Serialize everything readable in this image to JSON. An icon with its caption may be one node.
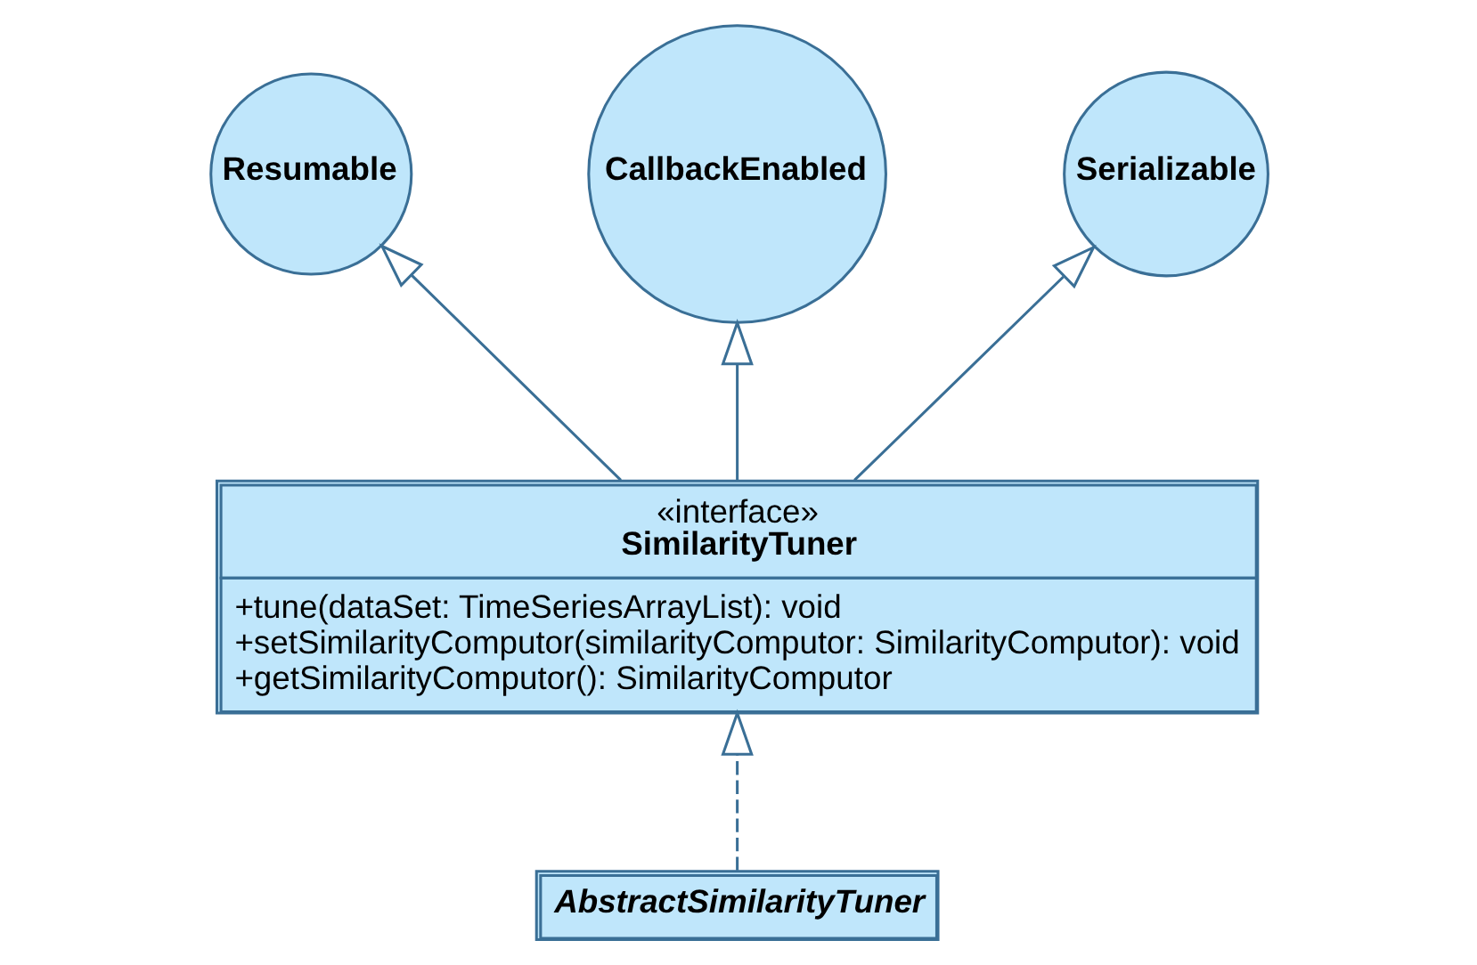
{
  "diagram": {
    "nodes": [
      {
        "text": [
          "Resumable"
        ]
      },
      {
        "text": [
          "CallbackEnabled"
        ]
      },
      {
        "text": [
          "Serializable"
        ]
      },
      {
        "text": [
          "«interface»",
          "SimilarityTuner",
          "+tune(dataSet: TimeSeriesArrayList): void",
          "+setSimilarityComputor(similarityComputor: SimilarityComputor): void",
          "+getSimilarityComputor(): SimilarityComputor"
        ]
      },
      {
        "text": [
          "AbstractSimilarityTuner"
        ]
      }
    ],
    "edges": [
      {
        "from": 3,
        "to": 0,
        "arrow": "to"
      },
      {
        "from": 3,
        "to": 1,
        "arrow": "to"
      },
      {
        "from": 3,
        "to": 2,
        "arrow": "to"
      },
      {
        "from": 4,
        "to": 3,
        "arrow": "to",
        "style": "dashed"
      }
    ]
  }
}
